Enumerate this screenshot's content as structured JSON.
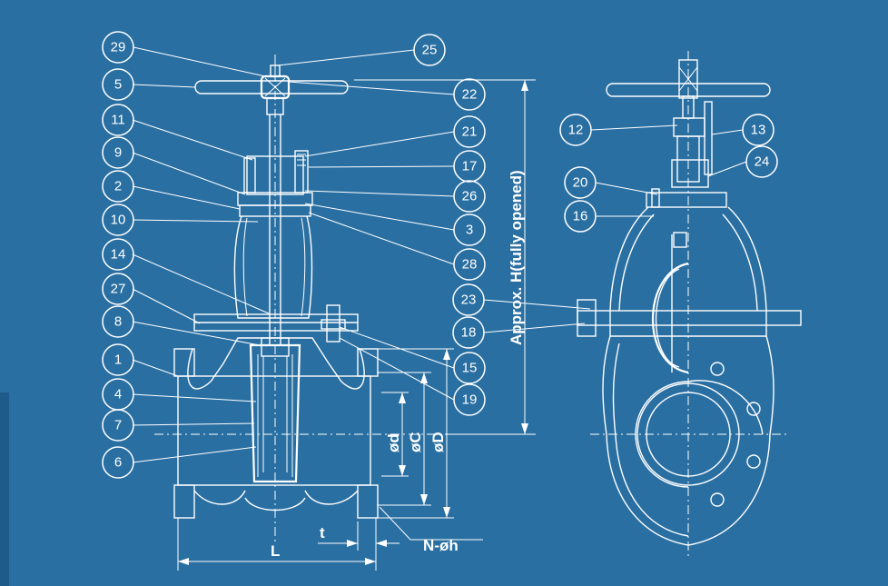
{
  "colors": {
    "background": "#2a6fa2",
    "lines": "#ffffff",
    "edge_bar": "#1e5a8a"
  },
  "callouts_left": [
    "29",
    "5",
    "11",
    "9",
    "2",
    "10",
    "14",
    "27",
    "8",
    "1",
    "4",
    "7",
    "6"
  ],
  "callouts_mid": [
    "25",
    "22",
    "21",
    "17",
    "26",
    "3",
    "28",
    "23",
    "18",
    "15",
    "19"
  ],
  "callouts_right": [
    "12",
    "13",
    "24",
    "20",
    "16"
  ],
  "dimensions": {
    "height_label": "Approx. H(fully opened)",
    "d_label": "ød",
    "c_label": "øC",
    "D_label": "øD",
    "L_label": "L",
    "t_label": "t",
    "bolt_label": "N-øh"
  }
}
